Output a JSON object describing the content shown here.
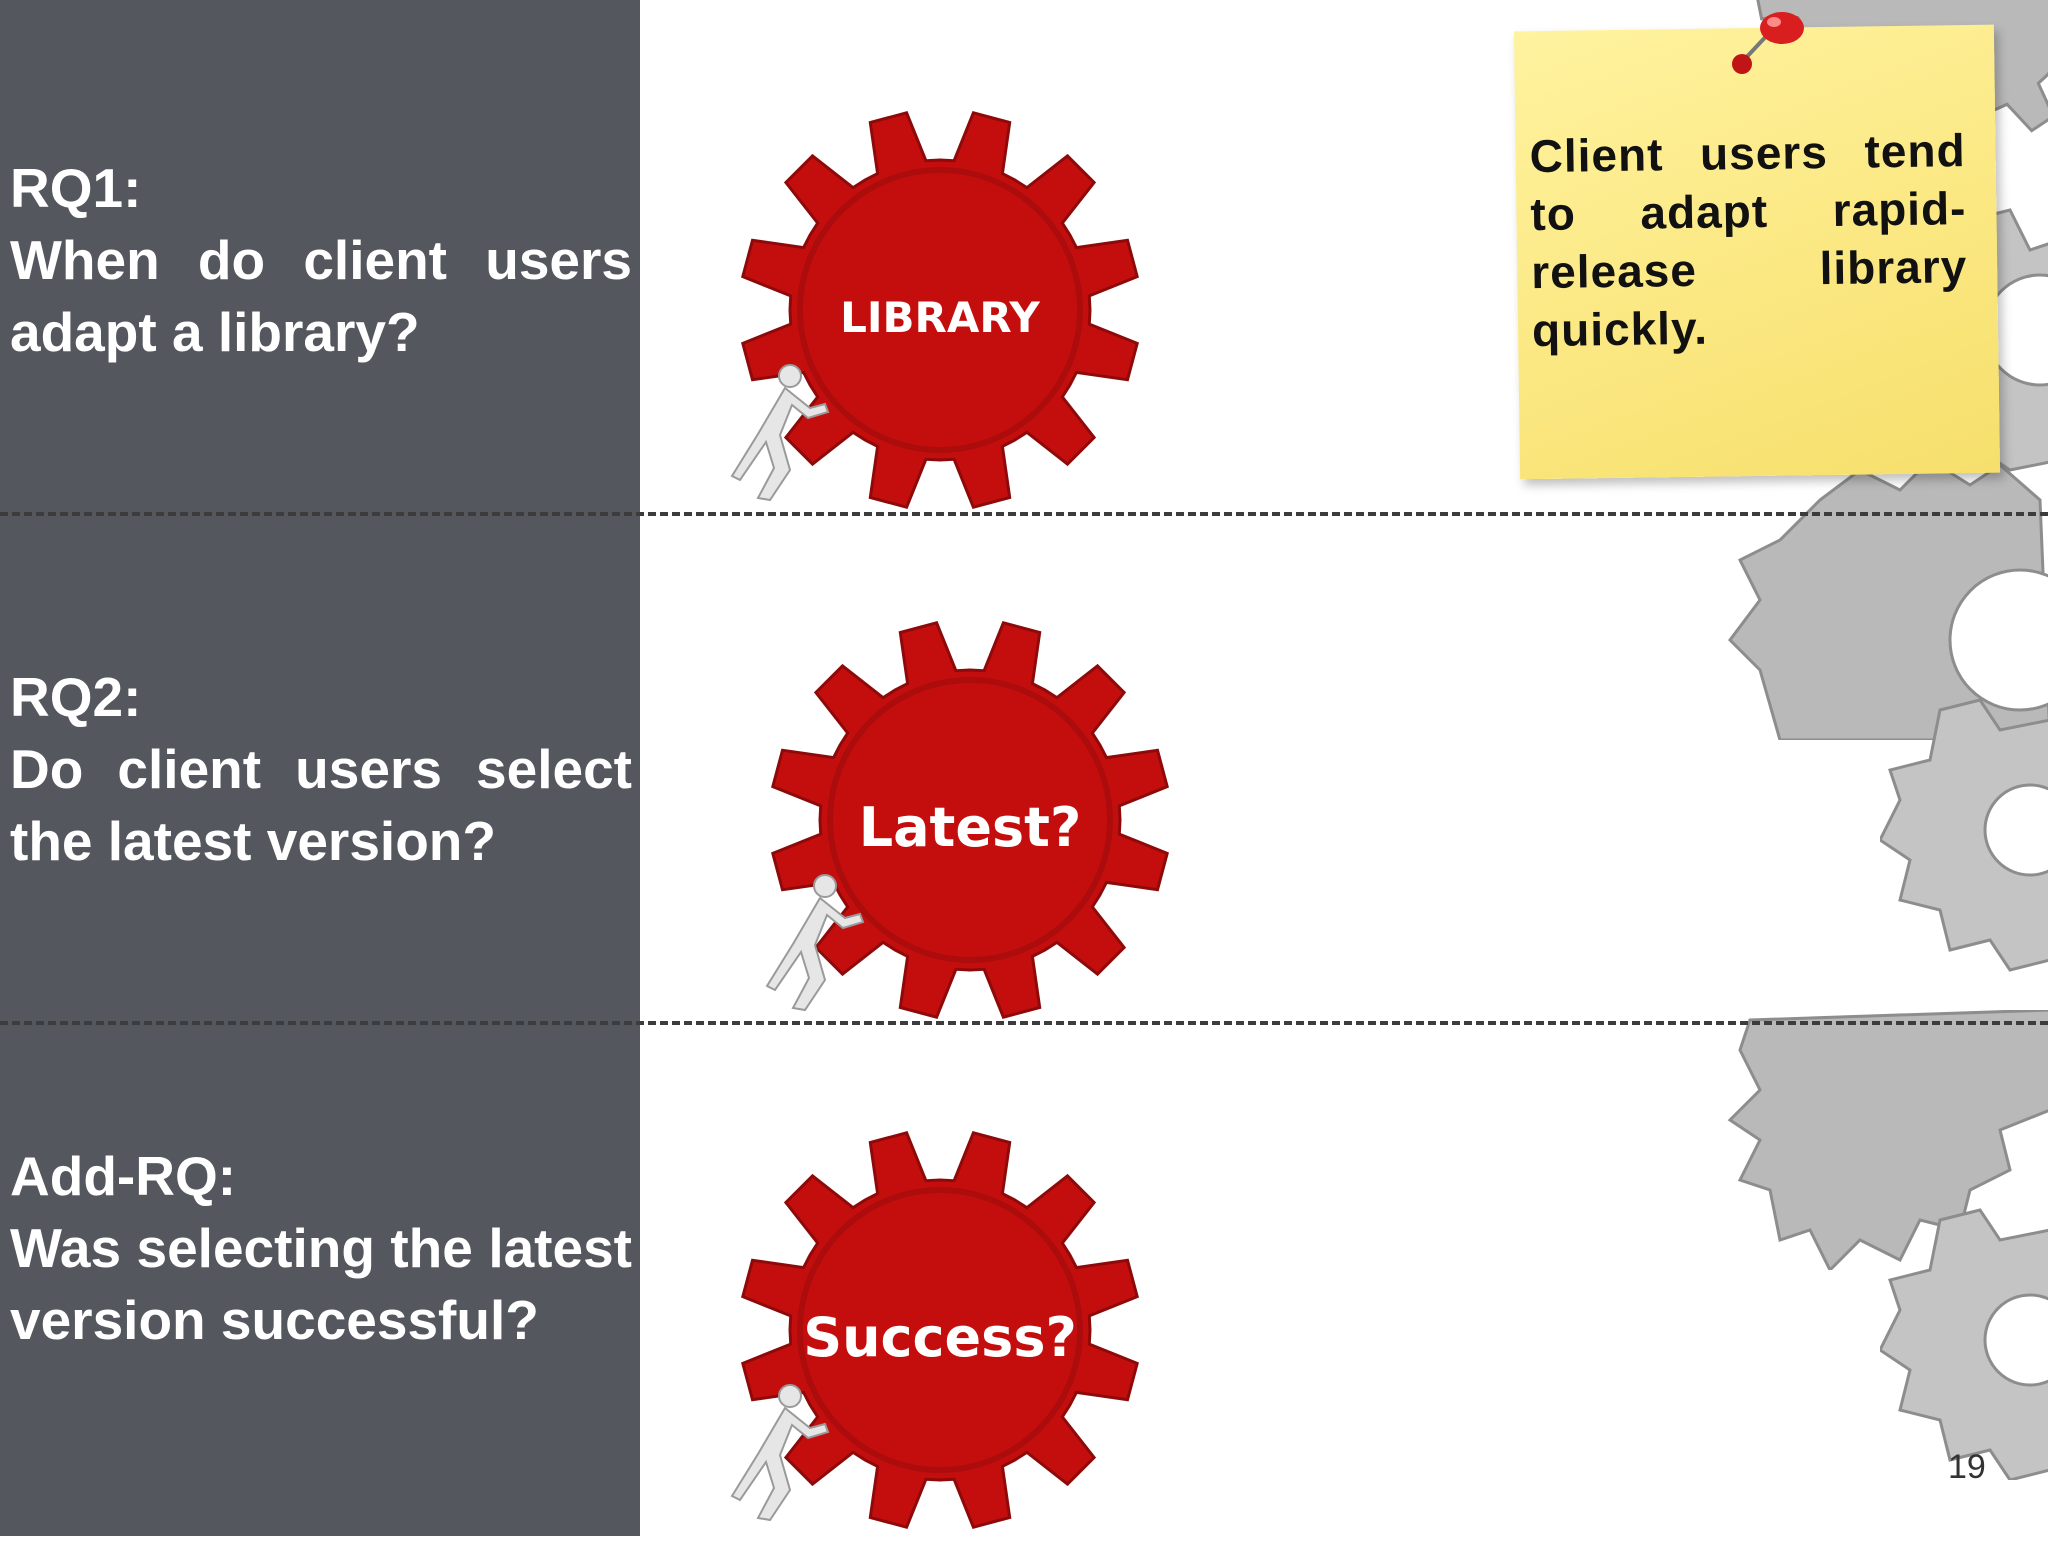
{
  "sidebar": {
    "questions": [
      {
        "label": "RQ1:",
        "text": "When do client users adapt a library?"
      },
      {
        "label": "RQ2:",
        "text": "Do client users select the latest version?"
      },
      {
        "label": "Add-RQ:",
        "text": "Was selecting the latest version successful?"
      }
    ]
  },
  "gears": [
    {
      "label": "LIBRARY",
      "color": "#c40e0e"
    },
    {
      "label": "Latest?",
      "color": "#c40e0e"
    },
    {
      "label": "Success?",
      "color": "#c40e0e"
    }
  ],
  "note": {
    "text": "Client users tend to adapt rapid-release library quickly.",
    "color": "#fbe882"
  },
  "page_number": "19",
  "colors": {
    "sidebar": "#54575e",
    "gear_red": "#c40e0e",
    "gear_gray": "#b9b9b9"
  }
}
